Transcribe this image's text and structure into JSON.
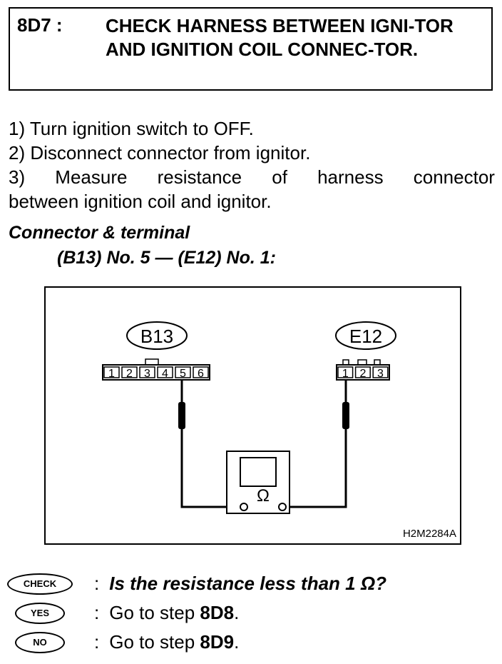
{
  "header": {
    "step": "8D7 :",
    "title": "CHECK HARNESS BETWEEN IGNI-TOR AND IGNITION COIL CONNEC-TOR."
  },
  "steps": [
    "1)  Turn ignition switch to OFF.",
    "2)  Disconnect connector from ignitor.",
    [
      "3)",
      "Measure",
      "resistance",
      "of",
      "harness",
      "connector"
    ],
    "between ignition coil and ignitor."
  ],
  "connector": {
    "heading": "Connector & terminal",
    "spec": "(B13) No. 5 — (E12) No. 1:"
  },
  "diagram": {
    "left_connector": {
      "label": "B13",
      "pins": [
        "1",
        "2",
        "3",
        "4",
        "5",
        "6"
      ]
    },
    "right_connector": {
      "label": "E12",
      "pins": [
        "1",
        "2",
        "3"
      ]
    },
    "meter_symbol": "Ω",
    "figure_id": "H2M2284A"
  },
  "check": {
    "badge": "CHECK",
    "text": "Is the resistance less than 1 Ω?"
  },
  "yes": {
    "badge": "YES",
    "text": "Go to step ",
    "target": "8D8",
    "end": "."
  },
  "no": {
    "badge": "NO",
    "text": "Go to step ",
    "target": "8D9",
    "end": "."
  },
  "colon": ":"
}
